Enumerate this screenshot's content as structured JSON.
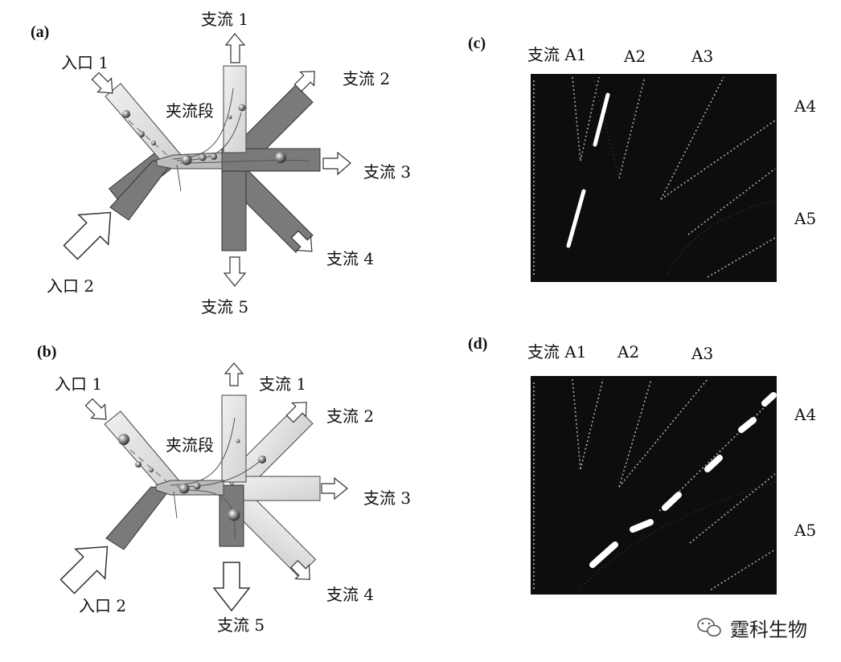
{
  "panels": {
    "a": {
      "tag": "(a)",
      "inlet1": "入口 1",
      "inlet2": "入口 2",
      "pinch": "夹流段",
      "b1": "支流 1",
      "b2": "支流 2",
      "b3": "支流 3",
      "b4": "支流 4",
      "b5": "支流 5"
    },
    "b": {
      "tag": "(b)",
      "inlet1": "入口 1",
      "inlet2": "入口 2",
      "pinch": "夹流段",
      "b1": "支流 1",
      "b2": "支流 2",
      "b3": "支流 3",
      "b4": "支流 4",
      "b5": "支流 5"
    },
    "c": {
      "tag": "(c)",
      "branch_a1": "支流 A1",
      "a2": "A2",
      "a3": "A3",
      "a4": "A4",
      "a5": "A5"
    },
    "d": {
      "tag": "(d)",
      "branch_a1": "支流 A1",
      "a2": "A2",
      "a3": "A3",
      "a4": "A4",
      "a5": "A5"
    }
  },
  "watermark": {
    "text": "霆科生物",
    "icon": "wechat-icon"
  },
  "colors": {
    "dark_channel": "#7a7a7a",
    "light_channel": "#e3e3e3",
    "photo_bg": "#0d0d0d"
  }
}
